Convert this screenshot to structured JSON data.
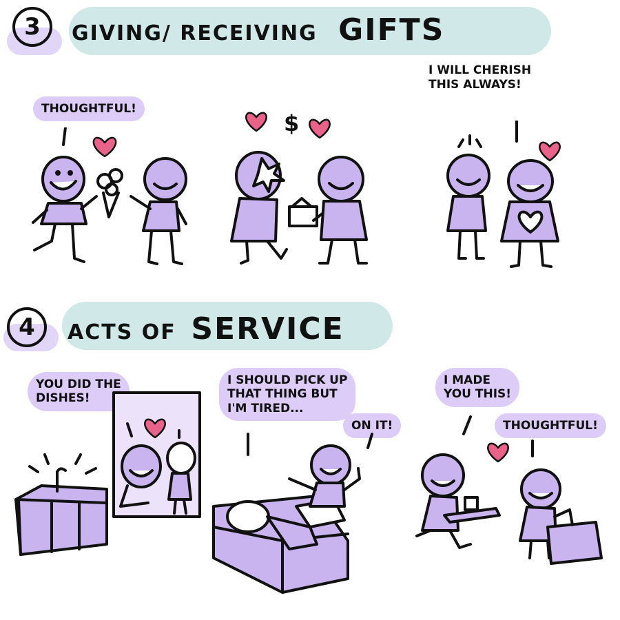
{
  "section3": {
    "number": "3",
    "title_part1": "GIVING/ RECEIVING",
    "title_part2": "GIFTS",
    "scene1": {
      "speech": "THOUGHTFUL!"
    },
    "scene2": {
      "symbol": "$"
    },
    "scene3": {
      "speech": "I WILL CHERISH\nTHIS ALWAYS!"
    }
  },
  "section4": {
    "number": "4",
    "title_part1": "ACTS OF",
    "title_part2": "SERVICE",
    "scene1": {
      "speech": "YOU DID THE\nDISHES!"
    },
    "scene2": {
      "speech": "I SHOULD PICK UP\nTHAT THING BUT\nI'M TIRED...",
      "reply": "ON IT!"
    },
    "scene3": {
      "speech": "I MADE\nYOU THIS!",
      "reply": "THOUGHTFUL!"
    }
  },
  "colors": {
    "purple": "#c9b4f0",
    "teal": "#a9d6d4",
    "heart": "#e8628a",
    "ink": "#111111"
  },
  "icons": [
    "heart-icon",
    "flowers-icon",
    "gift-box-icon",
    "sink-icon",
    "sofa-icon",
    "tray-icon",
    "box-icon"
  ]
}
